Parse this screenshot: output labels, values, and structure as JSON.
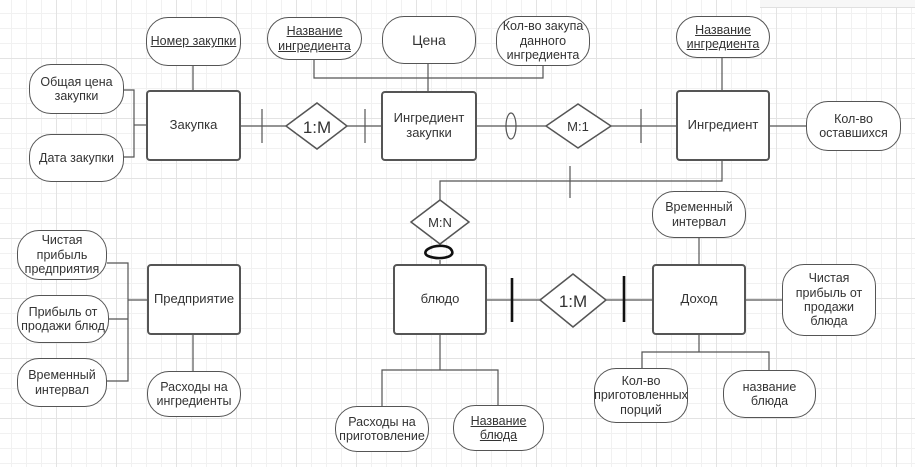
{
  "entities": {
    "purchase": "Закупка",
    "purchase_ingredient": "Ингредиент закупки",
    "ingredient": "Ингредиент",
    "enterprise": "Предприятие",
    "dish": "блюдо",
    "income": "Доход"
  },
  "relationships": {
    "purchase_pi": "1:M",
    "pi_ingredient": "M:1",
    "ingredient_dish": "M:N",
    "dish_income": "1:M"
  },
  "attributes": {
    "purchase_number": "Номер закупки",
    "purchase_total": "Общая цена закупки",
    "purchase_date": "Дата закупки",
    "pi_name": "Название ингредиента",
    "pi_price": "Цена",
    "pi_qty": "Кол-во закупа данного ингредиента",
    "ingredient_name": "Название ингредиента",
    "ingredient_left": "Кол-во оставшихся",
    "enterprise_net": "Чистая прибыль предприятия",
    "enterprise_profit": "Прибыль от продажи блюд",
    "enterprise_interval": "Временный интервал",
    "enterprise_costs": "Расходы на ингредиенты",
    "dish_costs": "Расходы на приготовление",
    "dish_name": "Название блюда",
    "income_interval": "Временный интервал",
    "income_net": "Чистая прибыль от продажи блюда",
    "income_portions": "Кол-во приготовленных порций",
    "income_dish_name": "название блюда"
  }
}
